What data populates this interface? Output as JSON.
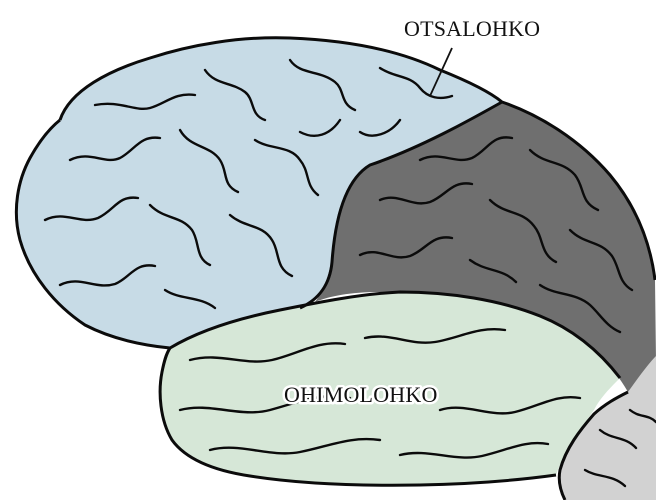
{
  "diagram": {
    "labels": {
      "frontal": "OTSALOHKO",
      "temporal": "OHIMOLOHKO"
    },
    "regions": [
      {
        "name": "frontal-lobe",
        "color": "#c7dbe6"
      },
      {
        "name": "parietal-lobe",
        "color": "#6f6f6f"
      },
      {
        "name": "temporal-lobe",
        "color": "#d6e7d7"
      },
      {
        "name": "occipital-lobe",
        "color": "#d2d2d2"
      }
    ]
  }
}
